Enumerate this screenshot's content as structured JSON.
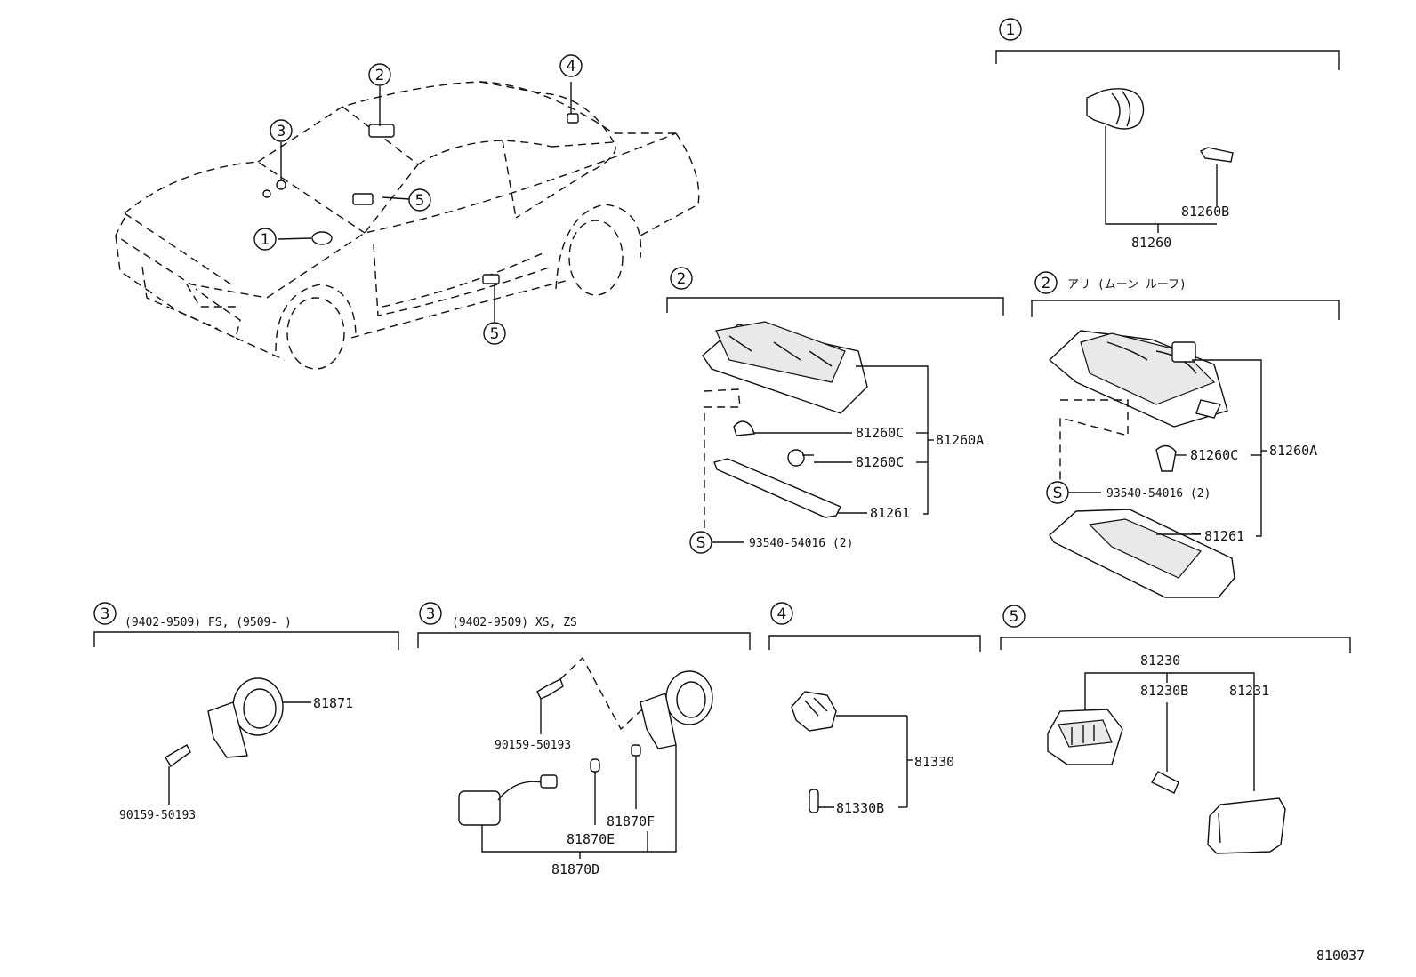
{
  "markers": {
    "m1": "1",
    "m2": "2",
    "m3": "3",
    "m4": "4",
    "m5": "5",
    "s": "S"
  },
  "sections": {
    "s2_alt": "アリ (ムーン ルーフ)",
    "s3a": "(9402-9509) FS, (9509-      )",
    "s3b": "(9402-9509) XS, ZS"
  },
  "parts": {
    "p81260": "81260",
    "p81260B": "81260B",
    "p81260A": "81260A",
    "p81260C": "81260C",
    "p81261": "81261",
    "p93540": "93540-54016 (2)",
    "p81871": "81871",
    "p90159": "90159-50193",
    "p81870D": "81870D",
    "p81870E": "81870E",
    "p81870F": "81870F",
    "p81330": "81330",
    "p81330B": "81330B",
    "p81230": "81230",
    "p81230B": "81230B",
    "p81231": "81231"
  },
  "figure_id": "810037"
}
